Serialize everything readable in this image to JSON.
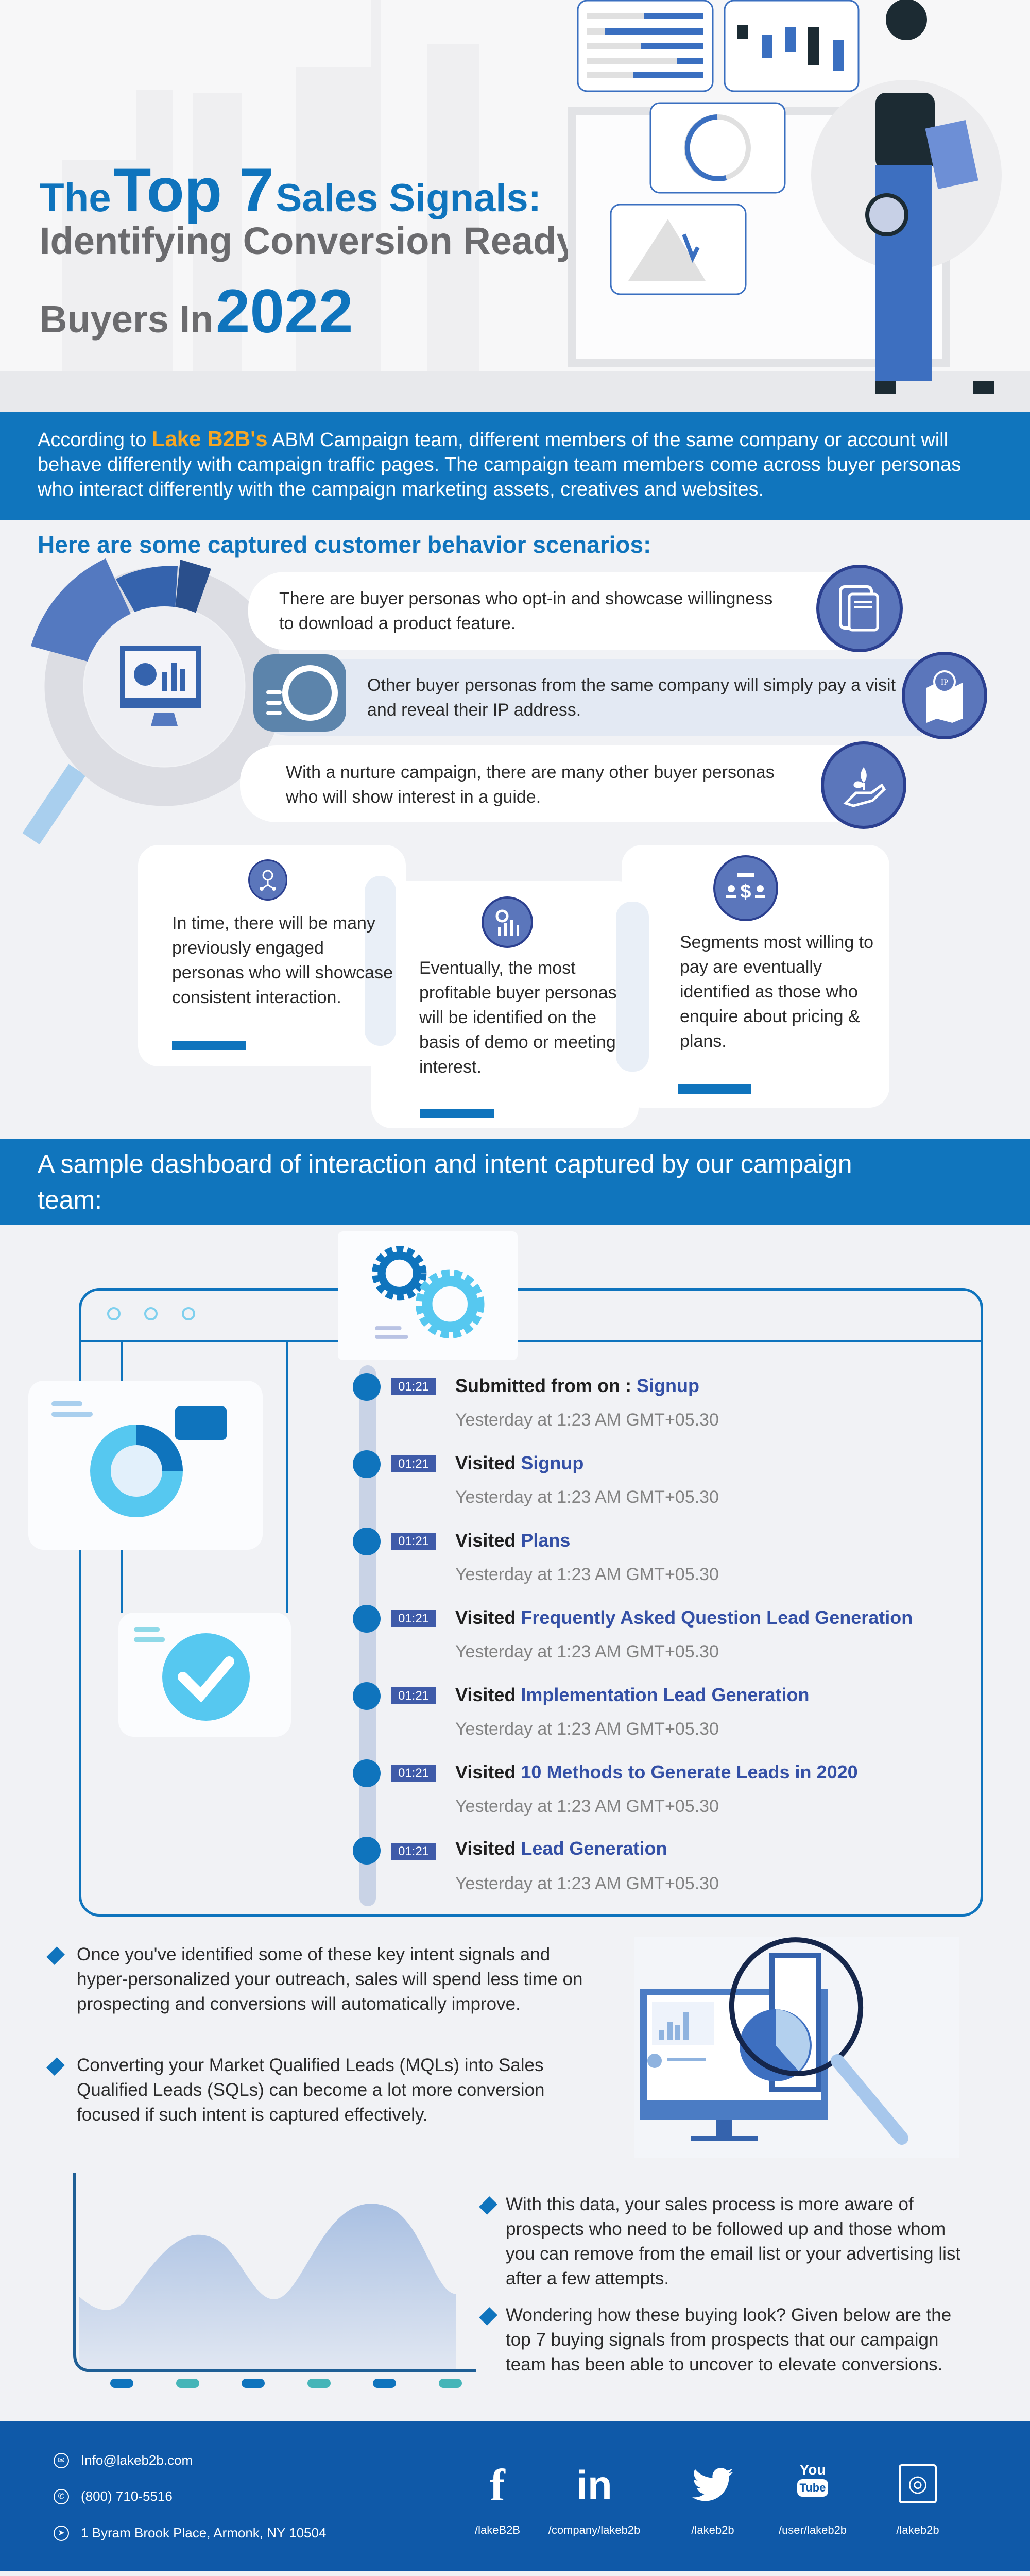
{
  "header": {
    "title_the": "The",
    "title_top7": "Top 7",
    "title_sales": "Sales Signals:",
    "title_line2": "Identifying Conversion Ready",
    "title_buyers": "Buyers In",
    "title_year": "2022"
  },
  "intro": {
    "prefix": "According to",
    "brand": "Lake B2B's",
    "text": "ABM Campaign team, different members of the same company or account will behave differently with campaign traffic pages. The campaign team members come across buyer personas who interact differently with the campaign marketing assets, creatives and websites."
  },
  "scenarios": {
    "heading": "Here are some captured customer behavior scenarios:",
    "items": [
      {
        "text": "There are buyer personas who opt-in and showcase willingness to download a product feature.",
        "icon": "download-document-icon"
      },
      {
        "text": "Other buyer personas from the same company will simply pay a visit and reveal their IP address.",
        "icon": "ip-location-map-icon",
        "icon_label": "IP"
      },
      {
        "text": "With a nurture campaign, there are many other buyer personas who will show interest in a guide.",
        "icon": "hand-plant-icon"
      }
    ]
  },
  "cards": [
    {
      "text": "In time, there will be many previously engaged personas who will showcase consistent interaction.",
      "icon": "network-gear-icon"
    },
    {
      "text": "Eventually, the most profitable buyer personas will be identified on the basis of demo or meeting interest.",
      "icon": "gear-chart-icon"
    },
    {
      "text": "Segments most willing to pay are eventually identified as those who enquire about pricing & plans.",
      "icon": "pricing-dollar-icon"
    }
  ],
  "dashboard": {
    "heading": "A sample dashboard of interaction and intent captured by our campaign team:",
    "events": [
      {
        "time": "01:21",
        "action": "Submitted from on :",
        "target": "Signup",
        "when": "Yesterday at 1:23 AM GMT+05.30"
      },
      {
        "time": "01:21",
        "action": "Visited",
        "target": "Signup",
        "when": "Yesterday at 1:23 AM GMT+05.30"
      },
      {
        "time": "01:21",
        "action": "Visited",
        "target": "Plans",
        "when": "Yesterday at 1:23 AM GMT+05.30"
      },
      {
        "time": "01:21",
        "action": "Visited",
        "target": "Frequently Asked Question Lead Generation",
        "when": "Yesterday at 1:23 AM GMT+05.30"
      },
      {
        "time": "01:21",
        "action": "Visited",
        "target": "Implementation Lead Generation",
        "when": "Yesterday at 1:23 AM GMT+05.30"
      },
      {
        "time": "01:21",
        "action": "Visited",
        "target": "10 Methods to Generate Leads in 2020",
        "when": "Yesterday at 1:23 AM GMT+05.30"
      },
      {
        "time": "01:21",
        "action": "Visited",
        "target": "Lead Generation",
        "when": "Yesterday at 1:23 AM GMT+05.30"
      }
    ]
  },
  "insights": {
    "bullets": [
      "Once you've identified some of these key intent signals and hyper-personalized your outreach, sales will spend less time on prospecting and conversions will automatically improve.",
      "Converting your Market Qualified Leads (MQLs) into Sales Qualified Leads (SQLs) can become a lot more conversion focused if such intent is captured effectively.",
      "With this data, your sales process is more aware of prospects who need to be followed up and those whom you can remove from the email list or your advertising list after a few attempts.",
      "Wondering how these buying look? Given below are the top 7 buying signals from prospects that our campaign team has been able to uncover to elevate conversions."
    ]
  },
  "footer": {
    "email": "Info@lakeb2b.com",
    "phone": "(800) 710-5516",
    "address": "1 Byram Brook Place, Armonk, NY 10504",
    "social": [
      {
        "network": "facebook",
        "glyph": "f",
        "label": "/lakeB2B"
      },
      {
        "network": "linkedin",
        "glyph": "in",
        "label": "/company/lakeb2b"
      },
      {
        "network": "twitter",
        "glyph": "🐦",
        "label": "/lakeb2b"
      },
      {
        "network": "youtube",
        "glyph": "You",
        "glyph2": "Tube",
        "label": "/user/lakeb2b"
      },
      {
        "network": "instagram",
        "glyph": "◎",
        "label": "/lakeb2b"
      }
    ]
  },
  "colors": {
    "brand_blue": "#0f74bd",
    "accent_orange": "#f6a623",
    "icon_purple": "#5b76bb",
    "footer_blue": "#0f59a8"
  }
}
